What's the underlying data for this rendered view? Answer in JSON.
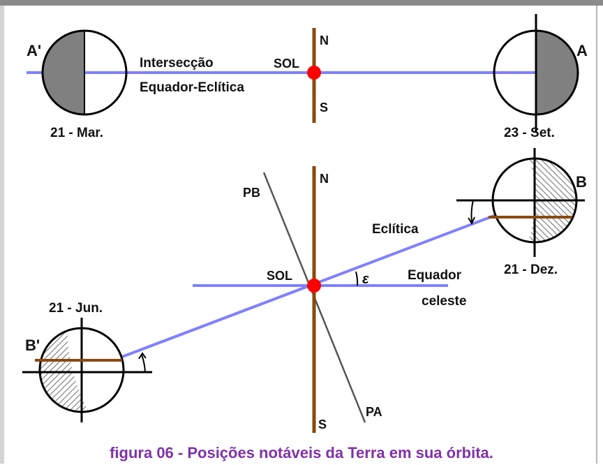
{
  "colors": {
    "ecliptic_line": "#8080ff",
    "axis_line": "#8b4a10",
    "sun": "#ff0000",
    "shade": "#808080",
    "caption": "#8032a8"
  },
  "labels": {
    "a_prime": "A'",
    "a": "A",
    "b": "B",
    "b_prime": "B'",
    "n_top": "N",
    "s_top": "S",
    "n_bottom": "N",
    "s_bottom": "S",
    "sol_top": "SOL",
    "sol_bottom": "SOL",
    "interseccao_line1": "Intersecção",
    "interseccao_line2": "Equador-Eclítica",
    "date_mar": "21 - Mar.",
    "date_set": "23 - Set.",
    "date_dez": "21 - Dez.",
    "date_jun": "21 - Jun.",
    "pb": "PB",
    "pa": "PA",
    "ecliptica": "Eclítica",
    "equador": "Equador",
    "celeste": "celeste",
    "epsilon": "ε"
  },
  "caption": "figura 06 - Posições notáveis da Terra em sua órbita."
}
